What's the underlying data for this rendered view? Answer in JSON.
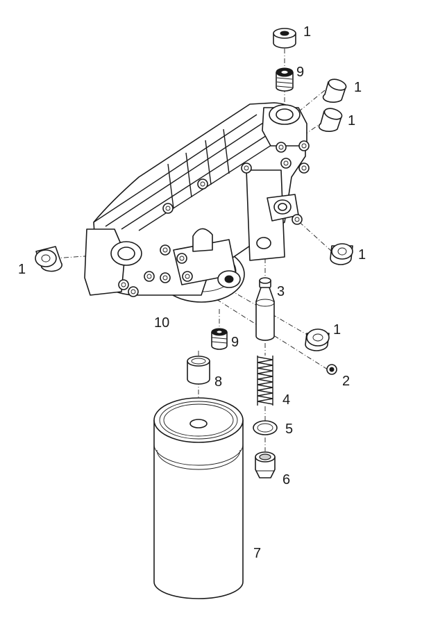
{
  "callouts": {
    "c1_top": "1",
    "c9_top": "9",
    "c1_right_a": "1",
    "c1_right_b": "1",
    "c1_left": "1",
    "c1_right_c": "1",
    "c1_lower": "1",
    "c2": "2",
    "c3": "3",
    "c4": "4",
    "c5": "5",
    "c6": "6",
    "c7": "7",
    "c8": "8",
    "c9_lower": "9",
    "c10": "10"
  }
}
